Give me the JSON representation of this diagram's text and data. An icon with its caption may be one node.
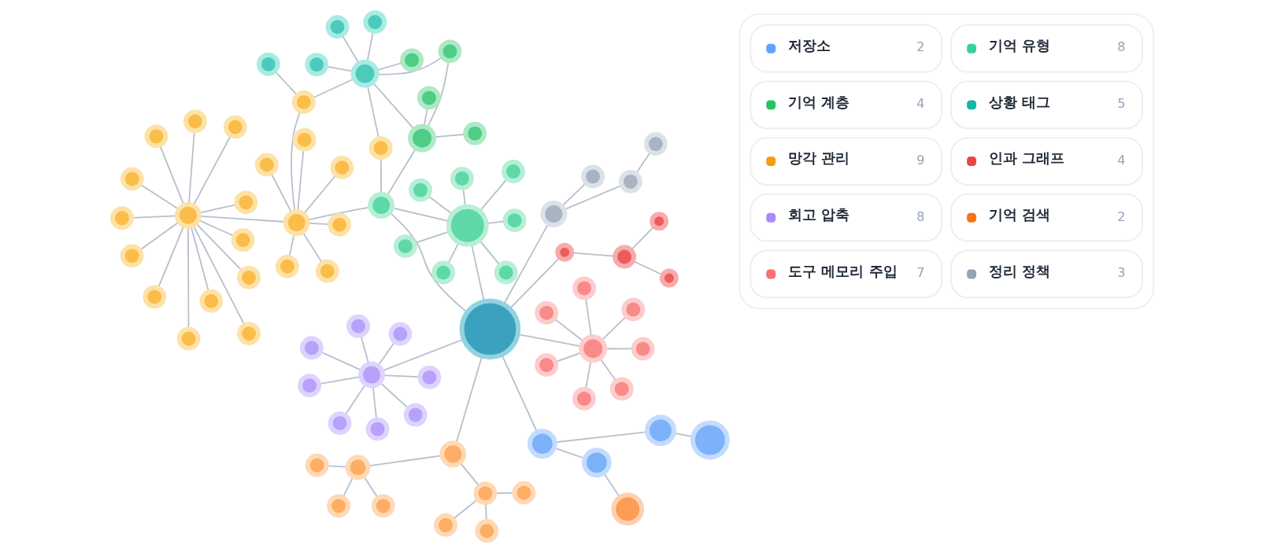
{
  "diagram": {
    "nodes": [
      {
        "text": [],
        "shape": "circle"
      },
      {
        "text": [],
        "shape": "circle"
      },
      {
        "text": [],
        "shape": "circle"
      },
      {
        "text": [],
        "shape": "circle"
      },
      {
        "text": [],
        "shape": "circle"
      },
      {
        "text": [],
        "shape": "circle"
      },
      {
        "text": [],
        "shape": "circle"
      },
      {
        "text": [],
        "shape": "circle"
      },
      {
        "text": [],
        "shape": "circle"
      },
      {
        "text": [],
        "shape": "circle"
      },
      {
        "text": [],
        "shape": "circle"
      },
      {
        "text": [],
        "shape": "circle"
      },
      {
        "text": [],
        "shape": "circle"
      },
      {
        "text": [],
        "shape": "circle"
      },
      {
        "text": [],
        "shape": "circle"
      },
      {
        "text": [],
        "shape": "circle"
      },
      {
        "text": [],
        "shape": "circle"
      },
      {
        "text": [],
        "shape": "circle"
      },
      {
        "text": [],
        "shape": "circle"
      },
      {
        "text": [],
        "shape": "circle"
      },
      {
        "text": [],
        "shape": "circle"
      },
      {
        "text": [],
        "shape": "circle"
      },
      {
        "text": [],
        "shape": "circle"
      },
      {
        "text": [],
        "shape": "circle"
      },
      {
        "text": [],
        "shape": "circle"
      },
      {
        "text": [],
        "shape": "circle"
      },
      {
        "text": [],
        "shape": "circle"
      },
      {
        "text": [],
        "shape": "circle"
      },
      {
        "text": [],
        "shape": "circle"
      },
      {
        "text": [],
        "shape": "circle"
      },
      {
        "text": [],
        "shape": "circle"
      },
      {
        "text": [],
        "shape": "circle"
      },
      {
        "text": [],
        "shape": "circle"
      },
      {
        "text": [],
        "shape": "circle"
      },
      {
        "text": [],
        "shape": "circle"
      },
      {
        "text": [],
        "shape": "circle"
      },
      {
        "text": [],
        "shape": "circle"
      },
      {
        "text": [],
        "shape": "circle"
      },
      {
        "text": [],
        "shape": "circle"
      },
      {
        "text": [],
        "shape": "circle"
      },
      {
        "text": [],
        "shape": "circle"
      },
      {
        "text": [],
        "shape": "circle"
      },
      {
        "text": [],
        "shape": "circle"
      },
      {
        "text": [],
        "shape": "circle"
      },
      {
        "text": [],
        "shape": "circle"
      },
      {
        "text": [],
        "shape": "circle"
      },
      {
        "text": [],
        "shape": "circle"
      },
      {
        "text": [],
        "shape": "circle"
      },
      {
        "text": [],
        "shape": "circle"
      },
      {
        "text": [],
        "shape": "circle"
      },
      {
        "text": [],
        "shape": "circle"
      },
      {
        "text": [],
        "shape": "circle"
      },
      {
        "text": [],
        "shape": "circle"
      },
      {
        "text": [],
        "shape": "circle"
      },
      {
        "text": [],
        "shape": "circle"
      },
      {
        "text": [],
        "shape": "circle"
      },
      {
        "text": [],
        "shape": "circle"
      },
      {
        "text": [],
        "shape": "circle"
      },
      {
        "text": [],
        "shape": "circle"
      },
      {
        "text": [],
        "shape": "circle"
      },
      {
        "text": [],
        "shape": "circle"
      },
      {
        "text": [],
        "shape": "circle"
      },
      {
        "text": [],
        "shape": "circle"
      },
      {
        "text": [],
        "shape": "circle"
      },
      {
        "text": [],
        "shape": "circle"
      },
      {
        "text": [],
        "shape": "circle"
      },
      {
        "text": [],
        "shape": "circle"
      },
      {
        "text": [],
        "shape": "circle"
      },
      {
        "text": [],
        "shape": "circle"
      },
      {
        "text": [],
        "shape": "circle"
      },
      {
        "text": [],
        "shape": "circle"
      },
      {
        "text": [],
        "shape": "circle"
      },
      {
        "text": [],
        "shape": "circle"
      },
      {
        "text": [],
        "shape": "circle"
      },
      {
        "text": [],
        "shape": "circle"
      },
      {
        "text": [],
        "shape": "circle"
      },
      {
        "text": [],
        "shape": "circle"
      },
      {
        "text": [],
        "shape": "circle"
      },
      {
        "text": [],
        "shape": "circle"
      },
      {
        "text": [],
        "shape": "circle"
      },
      {
        "text": [],
        "shape": "circle"
      },
      {
        "text": [],
        "shape": "circle"
      }
    ],
    "edges": [
      {
        "from": 0,
        "to": 1,
        "arrow": "none"
      },
      {
        "from": 0,
        "to": 2,
        "arrow": "none"
      },
      {
        "from": 0,
        "to": 3,
        "arrow": "none"
      },
      {
        "from": 6,
        "to": 4,
        "arrow": "none"
      },
      {
        "from": 6,
        "to": 5,
        "arrow": "none"
      },
      {
        "from": 6,
        "to": 7,
        "arrow": "none"
      },
      {
        "from": 16,
        "to": 6,
        "arrow": "none"
      },
      {
        "from": 16,
        "to": 0,
        "arrow": "none"
      },
      {
        "from": 30,
        "to": 16,
        "arrow": "none"
      },
      {
        "from": 14,
        "to": 8,
        "arrow": "none"
      },
      {
        "from": 14,
        "to": 9,
        "arrow": "none"
      },
      {
        "from": 14,
        "to": 10,
        "arrow": "none"
      },
      {
        "from": 14,
        "to": 11,
        "arrow": "none"
      },
      {
        "from": 14,
        "to": 12,
        "arrow": "none"
      },
      {
        "from": 14,
        "to": 13,
        "arrow": "none"
      },
      {
        "from": 14,
        "to": 15,
        "arrow": "none"
      },
      {
        "from": 30,
        "to": 14,
        "arrow": "none"
      },
      {
        "from": 23,
        "to": 17,
        "arrow": "none"
      },
      {
        "from": 23,
        "to": 18,
        "arrow": "none"
      },
      {
        "from": 23,
        "to": 19,
        "arrow": "none"
      },
      {
        "from": 23,
        "to": 20,
        "arrow": "none"
      },
      {
        "from": 23,
        "to": 21,
        "arrow": "none"
      },
      {
        "from": 23,
        "to": 22,
        "arrow": "none"
      },
      {
        "from": 23,
        "to": 24,
        "arrow": "none"
      },
      {
        "from": 23,
        "to": 25,
        "arrow": "none"
      },
      {
        "from": 30,
        "to": 23,
        "arrow": "none"
      },
      {
        "from": 26,
        "to": 28,
        "arrow": "none"
      },
      {
        "from": 27,
        "to": 28,
        "arrow": "none"
      },
      {
        "from": 28,
        "to": 29,
        "arrow": "none"
      },
      {
        "from": 29,
        "to": 30,
        "arrow": "none"
      },
      {
        "from": 31,
        "to": 32,
        "arrow": "none"
      },
      {
        "from": 30,
        "to": 32,
        "arrow": "none"
      },
      {
        "from": 32,
        "to": 33,
        "arrow": "none"
      },
      {
        "from": 33,
        "to": 34,
        "arrow": "none"
      },
      {
        "from": 30,
        "to": 37,
        "arrow": "none"
      },
      {
        "from": 37,
        "to": 36,
        "arrow": "none"
      },
      {
        "from": 36,
        "to": 35,
        "arrow": "none"
      },
      {
        "from": 37,
        "to": 38,
        "arrow": "none"
      },
      {
        "from": 38,
        "to": 39,
        "arrow": "none"
      },
      {
        "from": 30,
        "to": 40,
        "arrow": "none"
      },
      {
        "from": 30,
        "to": 41,
        "arrow": "none"
      },
      {
        "from": 40,
        "to": 41,
        "arrow": "none"
      },
      {
        "from": 41,
        "to": 42,
        "arrow": "none"
      },
      {
        "from": 41,
        "to": 43,
        "arrow": "none"
      },
      {
        "from": 41,
        "to": 44,
        "arrow": "none"
      },
      {
        "from": 41,
        "to": 47,
        "arrow": "none"
      },
      {
        "from": 41,
        "to": 45,
        "arrow": "none"
      },
      {
        "from": 41,
        "to": 46,
        "arrow": "none"
      },
      {
        "from": 41,
        "to": 48,
        "arrow": "none"
      },
      {
        "from": 49,
        "to": 40,
        "arrow": "none"
      },
      {
        "from": 49,
        "to": 50,
        "arrow": "none"
      },
      {
        "from": 49,
        "to": 51,
        "arrow": "none"
      },
      {
        "from": 49,
        "to": 52,
        "arrow": "none"
      },
      {
        "from": 49,
        "to": 53,
        "arrow": "none"
      },
      {
        "from": 49,
        "to": 54,
        "arrow": "none"
      },
      {
        "from": 49,
        "to": 55,
        "arrow": "none"
      },
      {
        "from": 49,
        "to": 57,
        "arrow": "none"
      },
      {
        "from": 49,
        "to": 68,
        "arrow": "none"
      },
      {
        "from": 58,
        "to": 54,
        "arrow": "none"
      },
      {
        "from": 54,
        "to": 61,
        "arrow": "none"
      },
      {
        "from": 59,
        "to": 61,
        "arrow": "none"
      },
      {
        "from": 60,
        "to": 61,
        "arrow": "none"
      },
      {
        "from": 63,
        "to": 61,
        "arrow": "none"
      },
      {
        "from": 62,
        "to": 61,
        "arrow": "none"
      },
      {
        "from": 61,
        "to": 56,
        "arrow": "none"
      },
      {
        "from": 61,
        "to": 65,
        "arrow": "none"
      },
      {
        "from": 61,
        "to": 66,
        "arrow": "none"
      },
      {
        "from": 64,
        "to": 65,
        "arrow": "none"
      },
      {
        "from": 65,
        "to": 66,
        "arrow": "none"
      },
      {
        "from": 65,
        "to": 67,
        "arrow": "none"
      },
      {
        "from": 65,
        "to": 40,
        "arrow": "none"
      },
      {
        "from": 56,
        "to": 40,
        "arrow": "none"
      },
      {
        "from": 68,
        "to": 69,
        "arrow": "none"
      },
      {
        "from": 68,
        "to": 70,
        "arrow": "none"
      },
      {
        "from": 68,
        "to": 71,
        "arrow": "none"
      },
      {
        "from": 68,
        "to": 72,
        "arrow": "none"
      },
      {
        "from": 68,
        "to": 73,
        "arrow": "none"
      },
      {
        "from": 68,
        "to": 74,
        "arrow": "none"
      },
      {
        "from": 68,
        "to": 75,
        "arrow": "none"
      },
      {
        "from": 68,
        "to": 76,
        "arrow": "none"
      },
      {
        "from": 68,
        "to": 77,
        "arrow": "none"
      },
      {
        "from": 68,
        "to": 78,
        "arrow": "none"
      },
      {
        "from": 68,
        "to": 79,
        "arrow": "none"
      },
      {
        "from": 68,
        "to": 80,
        "arrow": "none"
      },
      {
        "from": 68,
        "to": 81,
        "arrow": "none"
      }
    ],
    "labels": [
      "2",
      "8",
      "4",
      "5",
      "9",
      "4",
      "8",
      "2",
      "7",
      "3"
    ],
    "legend": [
      {
        "text": "저장소",
        "color": "#60a5fa"
      },
      {
        "text": "기억 유형",
        "color": "#34d399"
      },
      {
        "text": "기억 계층",
        "color": "#22c55e"
      },
      {
        "text": "상황 태그",
        "color": "#14b8a6"
      },
      {
        "text": "망각 관리",
        "color": "#f59e0b"
      },
      {
        "text": "인과 그래프",
        "color": "#ef4444"
      },
      {
        "text": "회고 압축",
        "color": "#a78bfa"
      },
      {
        "text": "기억 검색",
        "color": "#f97316"
      },
      {
        "text": "도구 메모리 주입",
        "color": "#f87171"
      },
      {
        "text": "정리 정책",
        "color": "#94a3b8"
      }
    ]
  }
}
